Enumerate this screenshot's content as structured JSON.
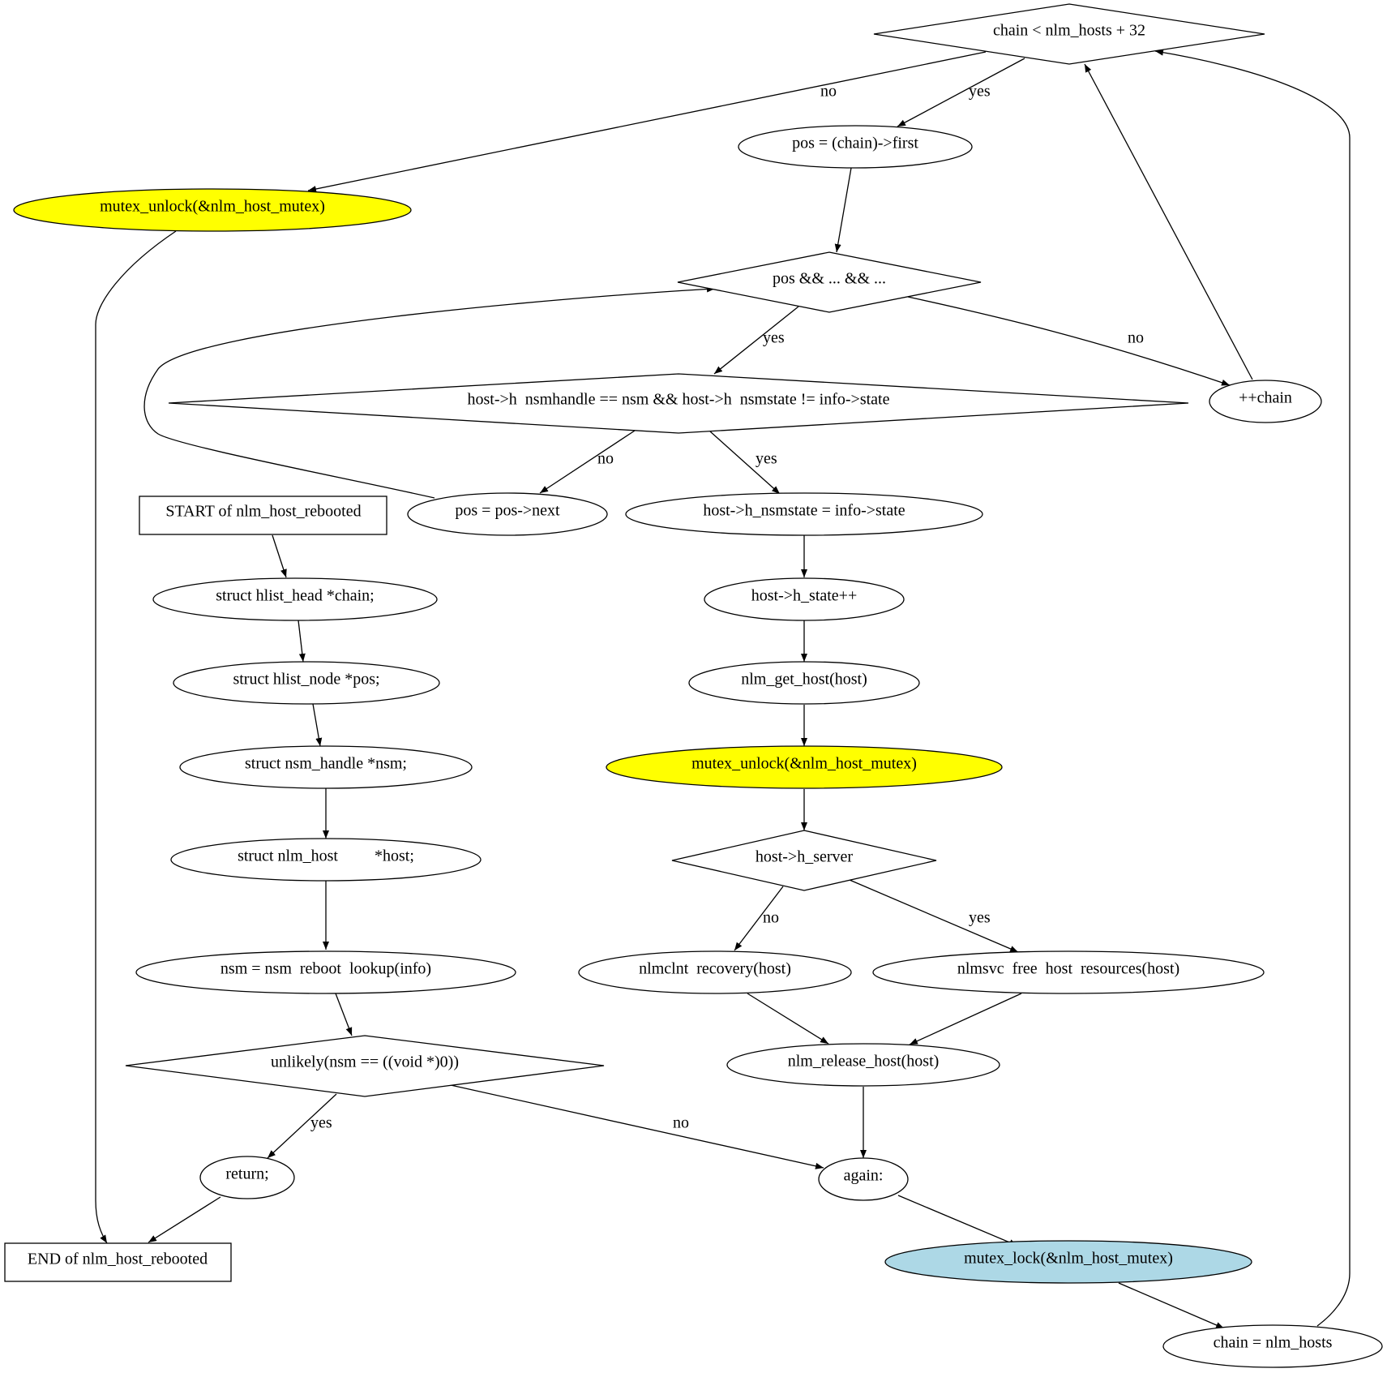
{
  "diagram": {
    "nodes": {
      "start": {
        "text": "START of nlm_host_rebooted",
        "shape": "box"
      },
      "decl_chain": {
        "text": "struct hlist_head *chain;",
        "shape": "ellipse"
      },
      "decl_pos": {
        "text": "struct hlist_node *pos;",
        "shape": "ellipse"
      },
      "decl_nsm": {
        "text": "struct nsm_handle *nsm;",
        "shape": "ellipse"
      },
      "decl_host": {
        "text": "struct nlm_host         *host;",
        "shape": "ellipse"
      },
      "nsm_lookup": {
        "text": "nsm = nsm  reboot  lookup(info)",
        "shape": "ellipse"
      },
      "unlikely": {
        "text": "unlikely(nsm == ((void *)0))",
        "shape": "diamond"
      },
      "return": {
        "text": "return;",
        "shape": "ellipse"
      },
      "end": {
        "text": "END of nlm_host_rebooted",
        "shape": "box"
      },
      "again": {
        "text": "again:",
        "shape": "ellipse"
      },
      "mutex_lock": {
        "text": "mutex_lock(&nlm_host_mutex)",
        "shape": "ellipse",
        "fill": "#add8e6"
      },
      "chain_init": {
        "text": "chain = nlm_hosts",
        "shape": "ellipse"
      },
      "chain_cond": {
        "text": "chain < nlm_hosts + 32",
        "shape": "diamond"
      },
      "mutex_unlock_top": {
        "text": "mutex_unlock(&nlm_host_mutex)",
        "shape": "ellipse",
        "fill": "#ffff00"
      },
      "pos_first": {
        "text": "pos = (chain)->first",
        "shape": "ellipse"
      },
      "pos_cond": {
        "text": "pos && ... && ...",
        "shape": "diamond"
      },
      "inc_chain": {
        "text": "++chain",
        "shape": "ellipse"
      },
      "host_cond": {
        "text": "host->h  nsmhandle == nsm && host->h  nsmstate != info->state",
        "shape": "diamond"
      },
      "pos_next": {
        "text": "pos = pos->next",
        "shape": "ellipse"
      },
      "set_nsmstate": {
        "text": "host->h_nsmstate = info->state",
        "shape": "ellipse"
      },
      "state_inc": {
        "text": "host->h_state++",
        "shape": "ellipse"
      },
      "get_host": {
        "text": "nlm_get_host(host)",
        "shape": "ellipse"
      },
      "mutex_unlock_mid": {
        "text": "mutex_unlock(&nlm_host_mutex)",
        "shape": "ellipse",
        "fill": "#ffff00"
      },
      "server_cond": {
        "text": "host->h_server",
        "shape": "diamond"
      },
      "clnt_recovery": {
        "text": "nlmclnt  recovery(host)",
        "shape": "ellipse"
      },
      "svc_free": {
        "text": "nlmsvc  free  host  resources(host)",
        "shape": "ellipse"
      },
      "release_host": {
        "text": "nlm_release_host(host)",
        "shape": "ellipse"
      }
    },
    "edge_labels": {
      "unlikely_yes": "yes",
      "unlikely_no": "no",
      "chain_no": "no",
      "chain_yes": "yes",
      "pos_yes": "yes",
      "pos_no": "no",
      "host_no": "no",
      "host_yes": "yes",
      "server_no": "no",
      "server_yes": "yes"
    }
  }
}
